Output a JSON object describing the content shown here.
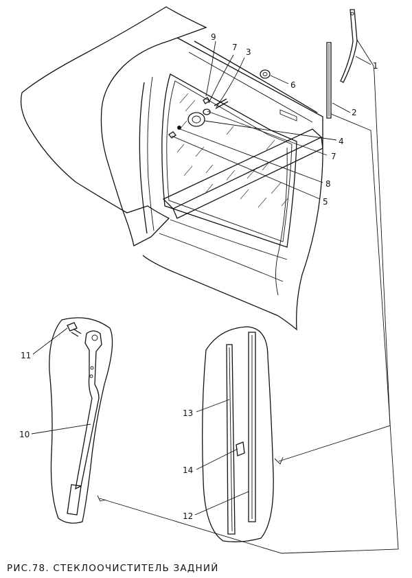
{
  "caption": "РИС.78. СТЕКЛООЧИСТИТЕЛЬ ЗАДНИЙ",
  "callouts": {
    "c1": "1",
    "c2": "2",
    "c3": "3",
    "c4": "4",
    "c5": "5",
    "c6": "6",
    "c7a": "7",
    "c7b": "7",
    "c8": "8",
    "c9": "9",
    "c10": "10",
    "c11": "11",
    "c12": "12",
    "c13": "13",
    "c14": "14"
  }
}
